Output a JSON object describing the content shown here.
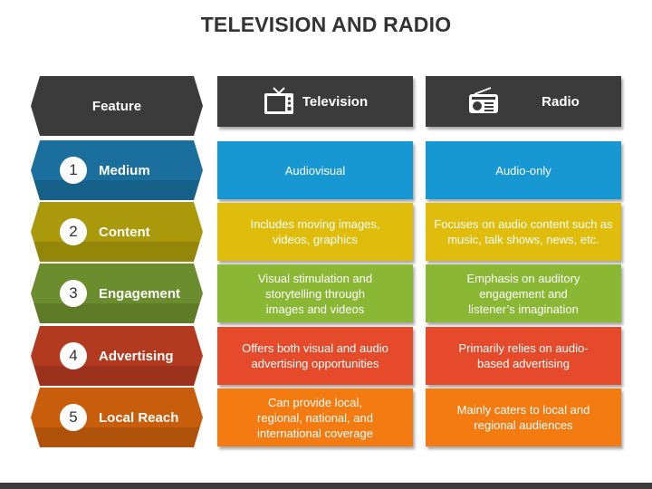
{
  "title": "TELEVISION AND RADIO",
  "header": {
    "feature_label": "Feature",
    "television_label": "Television",
    "television_icon": "tv-icon",
    "radio_label": "Radio",
    "radio_icon": "radio-icon"
  },
  "rows": [
    {
      "number": "1",
      "feature": "Medium",
      "television": "Audiovisual",
      "radio": "Audio-only",
      "color": "#1798d3",
      "label_color": "#1a6f9c"
    },
    {
      "number": "2",
      "feature": "Content",
      "television": "Includes moving images, videos, graphics",
      "radio": "Focuses on audio content such as music, talk shows, news, etc.",
      "color": "#e0bd0c",
      "label_color": "#a9990b"
    },
    {
      "number": "3",
      "feature": "Engagement",
      "television": "Visual stimulation and storytelling through images and videos",
      "radio": "Emphasis on auditory engagement and listener’s imagination",
      "color": "#8ab734",
      "label_color": "#6b8d2d"
    },
    {
      "number": "4",
      "feature": "Advertising",
      "television": "Offers both visual and audio advertising opportunities",
      "radio": "Primarily relies on audio-based advertising",
      "color": "#e54b2b",
      "label_color": "#b23a1f"
    },
    {
      "number": "5",
      "feature": "Local Reach",
      "television": "Can provide local, regional, national, and international coverage",
      "radio": "Mainly caters to local and regional audiences",
      "color": "#f47b12",
      "label_color": "#c85e0c"
    }
  ]
}
